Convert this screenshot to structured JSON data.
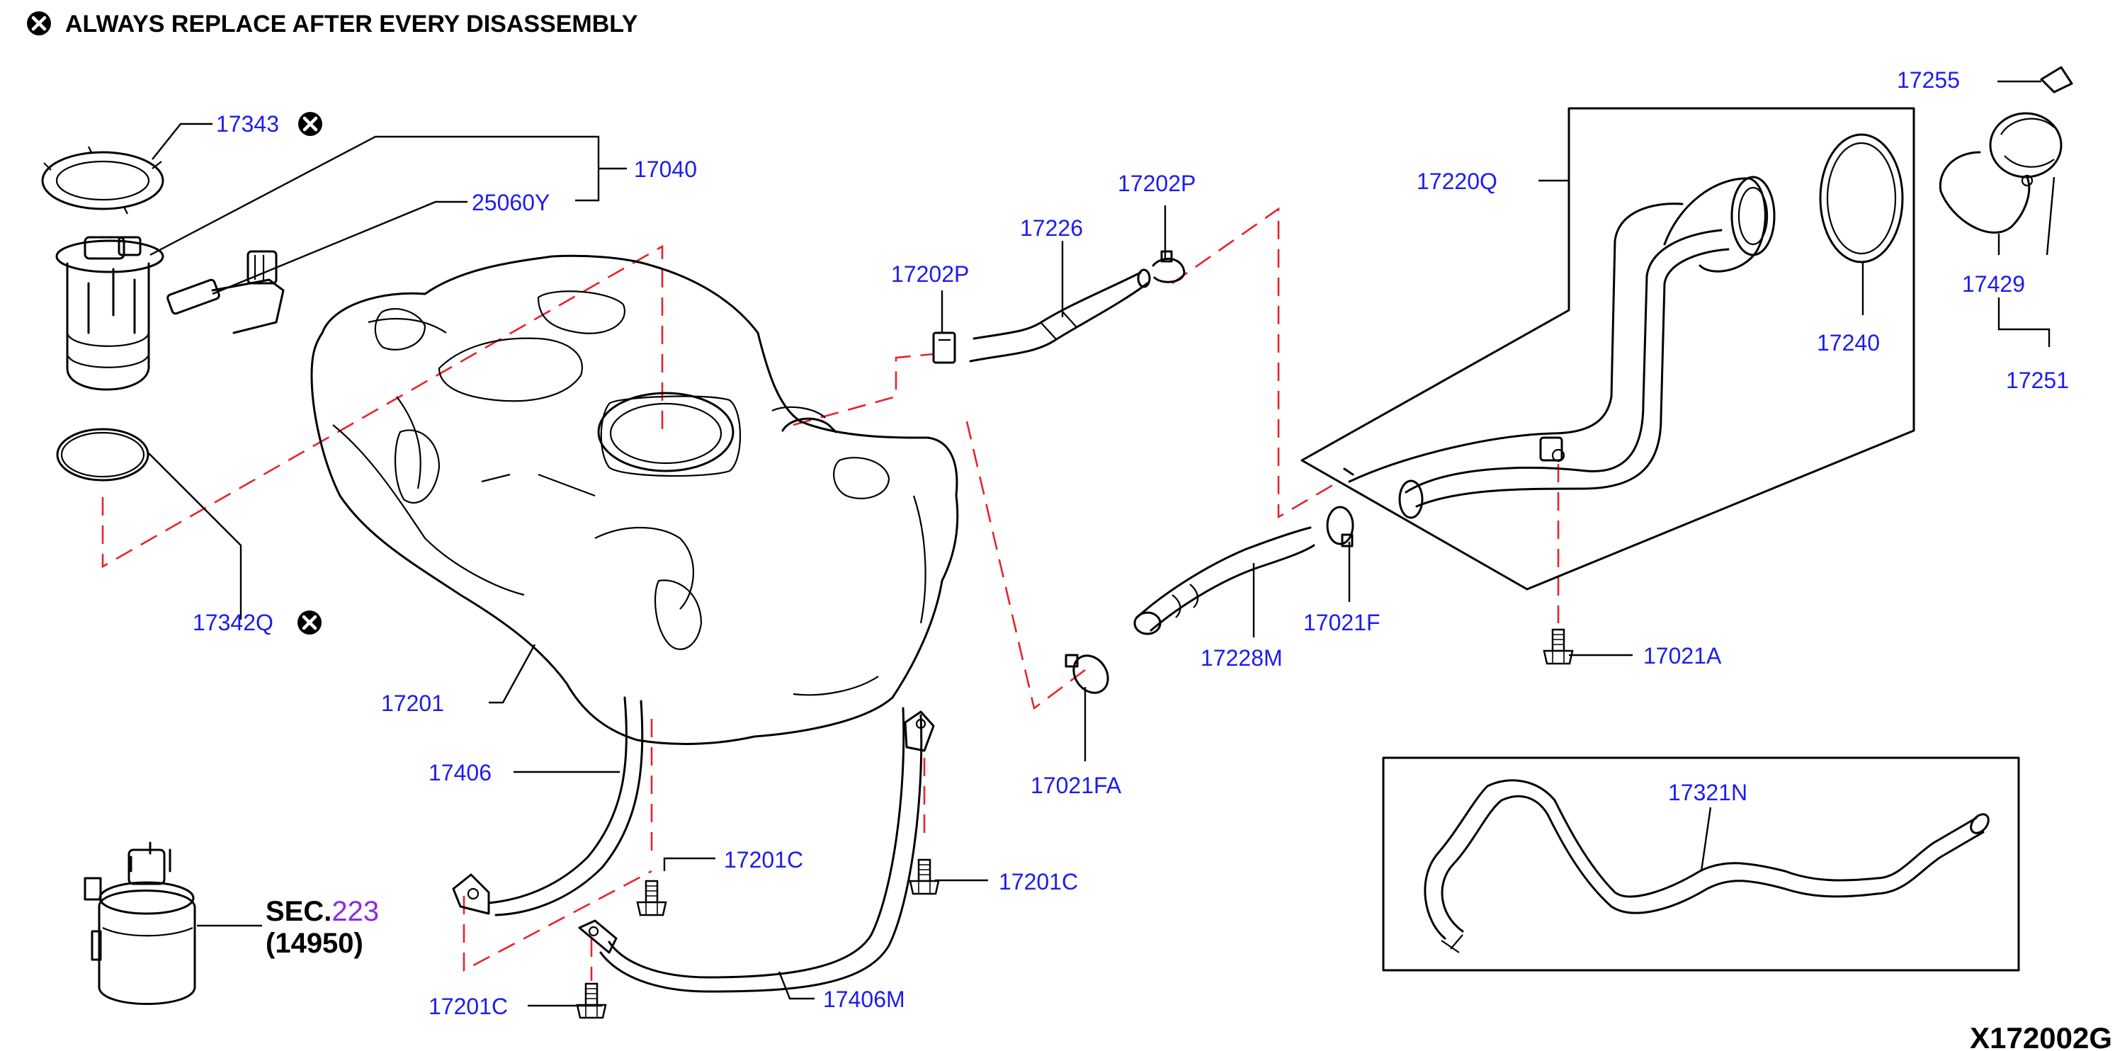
{
  "header": {
    "text": "ALWAYS REPLACE AFTER EVERY DISASSEMBLY",
    "icon": "circle-x-icon"
  },
  "diagram_code": "X172002G",
  "section_ref": {
    "prefix": "SEC.",
    "number": "223",
    "part": "(14950)"
  },
  "colors": {
    "label": "#1c1cf0",
    "leader": "#000000",
    "dashed_guide": "#e8232a",
    "section_number": "#8a2be2"
  },
  "labels": {
    "p17343": "17343",
    "p17040": "17040",
    "p25060Y": "25060Y",
    "p17342Q": "17342Q",
    "p17201": "17201",
    "p17406": "17406",
    "p17201C_a": "17201C",
    "p17201C_b": "17201C",
    "p17201C_c": "17201C",
    "p17406M": "17406M",
    "p17202P_a": "17202P",
    "p17202P_b": "17202P",
    "p17226": "17226",
    "p17021FA": "17021FA",
    "p17228M": "17228M",
    "p17021F": "17021F",
    "p17220Q": "17220Q",
    "p17021A": "17021A",
    "p17240": "17240",
    "p17255": "17255",
    "p17429": "17429",
    "p17251": "17251",
    "p17321N": "17321N"
  }
}
